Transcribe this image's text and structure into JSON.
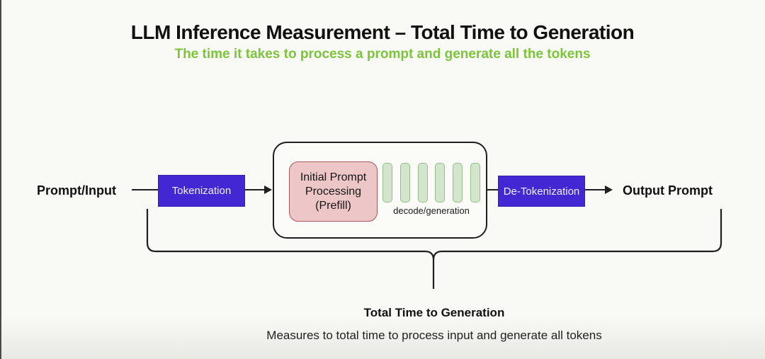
{
  "page": {
    "title": "LLM Inference Measurement – Total Time to Generation",
    "subtitle": "The time it takes to process a prompt and generate all the tokens"
  },
  "diagram": {
    "input_label": "Prompt/Input",
    "tokenization_label": "Tokenization",
    "prefill_lines": [
      "Initial Prompt",
      "Processing",
      "(Prefill)"
    ],
    "decode_label": "decode/generation",
    "decode_bar_count": 6,
    "detokenization_label": "De-Tokenization",
    "output_label": "Output Prompt"
  },
  "annotation": {
    "heading": "Total Time to Generation",
    "description": "Measures to total time to process input and generate all tokens"
  },
  "colors": {
    "accent_green": "#7cc43a",
    "box_purple": "#4227d2",
    "prefill_pink": "#edc6c7",
    "prefill_border": "#aa575d",
    "token_green_fill": "#d3e5cb",
    "token_green_border": "#94bd8a",
    "line_dark": "#1f1f1f"
  }
}
